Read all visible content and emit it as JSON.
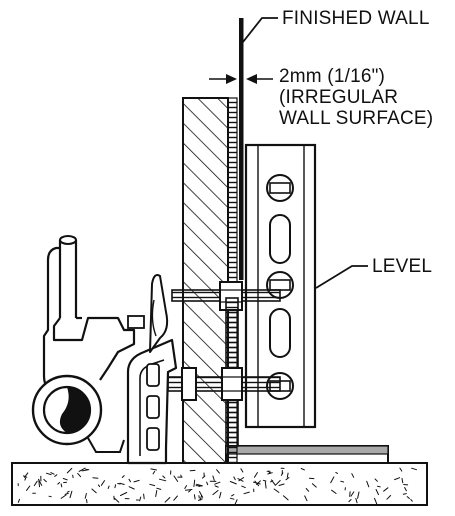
{
  "labels": {
    "finished_wall": "FINISHED WALL",
    "gap": {
      "line1": "2mm (1/16\")",
      "line2": "(IRREGULAR",
      "line3": "WALL SURFACE)"
    },
    "level": "LEVEL"
  },
  "colors": {
    "ink": "#111111",
    "paper": "#ffffff",
    "floor_top": "#a9a9a9"
  }
}
